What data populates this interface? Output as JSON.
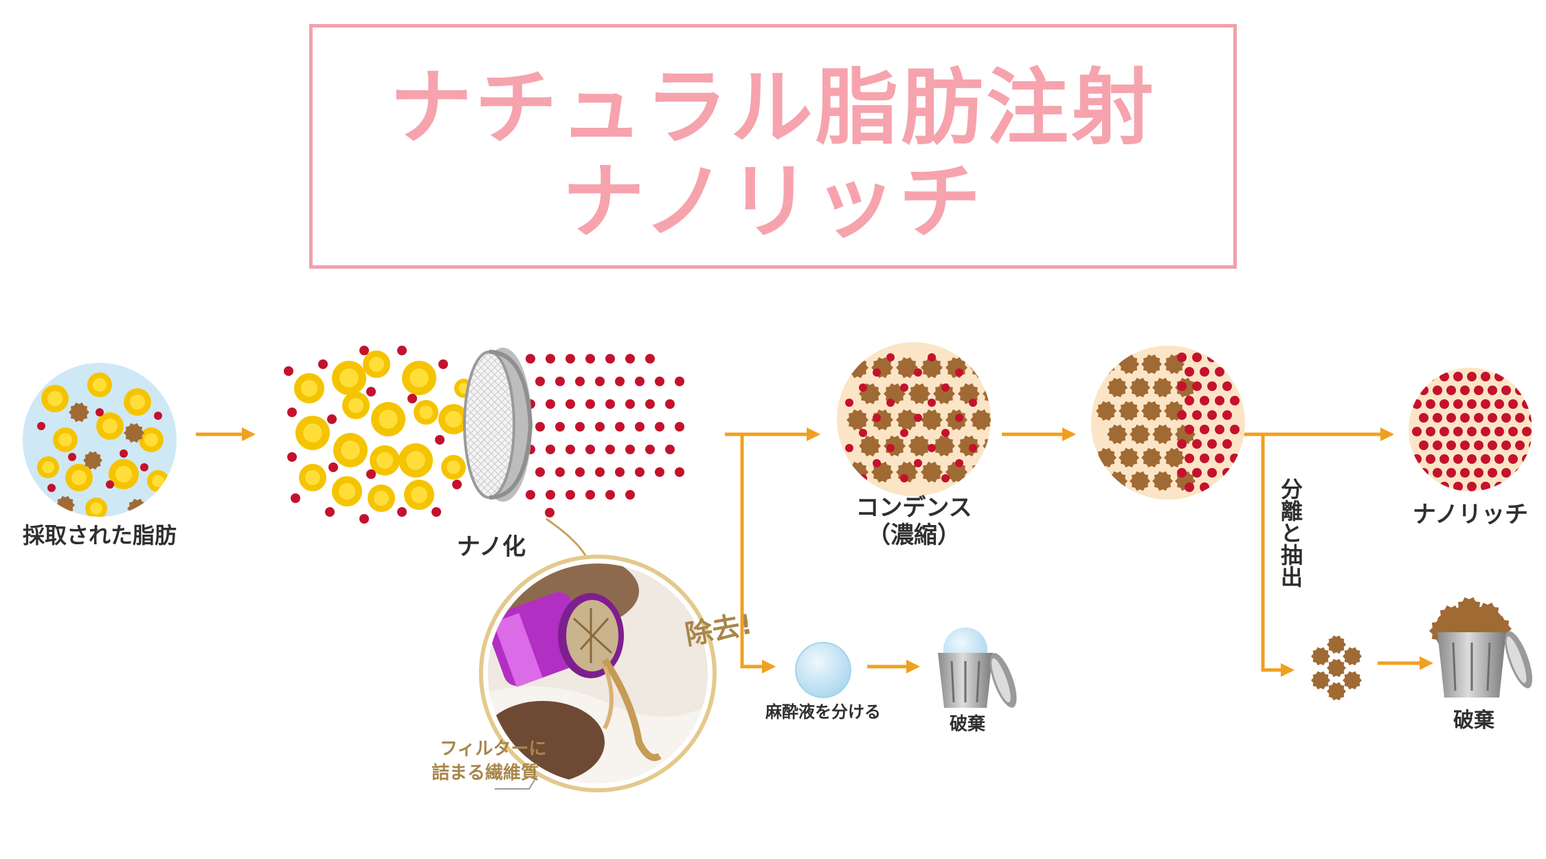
{
  "title": {
    "line1": "ナチュラル脂肪注射",
    "line2": "ナノリッチ"
  },
  "steps": {
    "harvested": "採取された脂肪",
    "nano": "ナノ化",
    "condense_1": "コンデンス",
    "condense_2": "（濃縮）",
    "separate": "分離と抽出",
    "nanorich": "ナノリッチ",
    "anesthetic": "麻酔液を分ける",
    "discard_1": "破棄",
    "discard_2": "破棄"
  },
  "callout": {
    "removed": "除去!",
    "fiber_1": "フィルターに",
    "fiber_2": "詰まる繊維質"
  },
  "colors": {
    "title": "#f6a3ad",
    "arrow": "#f0a020",
    "fat_yellow": "#f5c400",
    "fiber_brown": "#a06a34",
    "nano_red": "#c4122d",
    "dish_beige": "#fbe5c6",
    "dish_blue": "#c8e4f2"
  }
}
